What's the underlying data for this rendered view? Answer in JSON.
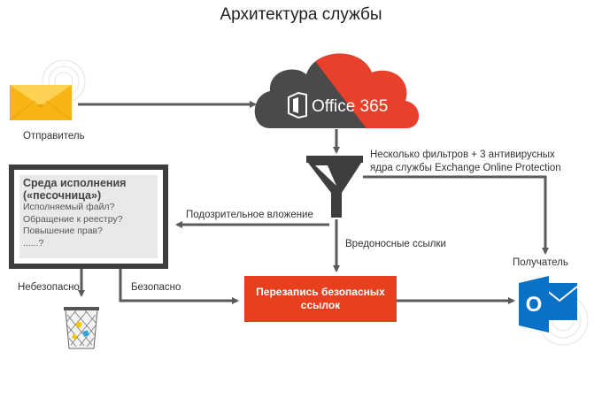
{
  "title": "Архитектура службы",
  "sender": {
    "label": "Отправитель",
    "icon": "envelope-icon"
  },
  "cloud": {
    "product_name": "Office 365",
    "logo_icon": "office-logo-icon",
    "color_gray": "#4a4a4a",
    "color_red": "#e8402a"
  },
  "filters": {
    "line1": "Несколько фильтров + 3 антивирусных",
    "line2": "ядра службы Exchange Online Protection",
    "icon": "funnel-icon"
  },
  "sandbox": {
    "title_line1": "Среда исполнения",
    "title_line2": "(«песочница»)",
    "items": [
      "Исполняемый файл?",
      "Обращение к реестру?",
      "Повышение прав?",
      "......?"
    ]
  },
  "flows": {
    "suspicious_attachment": "Подозрительное вложение",
    "malicious_links": "Вредоносные ссылки",
    "unsafe": "Небезопасно",
    "safe": "Безопасно"
  },
  "rewrite": {
    "line1": "Перезапись безопасных",
    "line2": "ссылок",
    "color": "#e8401e"
  },
  "recipient": {
    "label": "Получатель",
    "icon": "outlook-icon",
    "letter": "O",
    "color": "#0a72c6"
  },
  "trash": {
    "icon": "trash-bin-icon"
  }
}
